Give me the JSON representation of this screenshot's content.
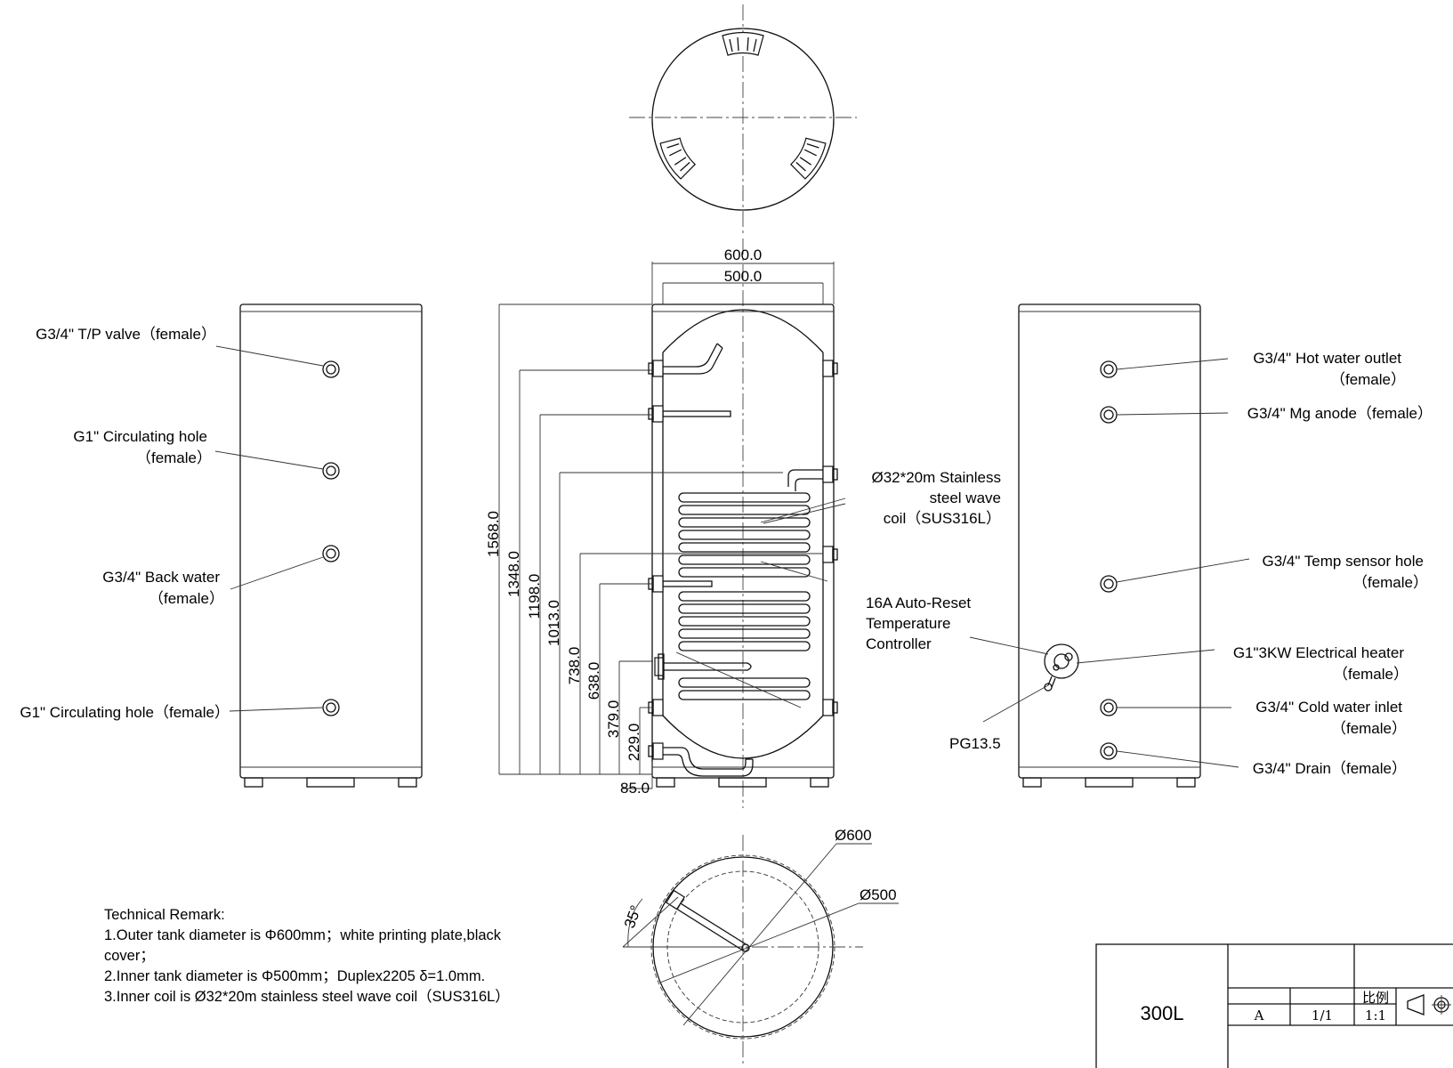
{
  "dimensions": {
    "width_outer": "600.0",
    "width_inner": "500.0",
    "heights": [
      "1568.0",
      "1348.0",
      "1198.0",
      "1013.0",
      "738.0",
      "638.0",
      "379.0",
      "229.0"
    ],
    "bottom": "85.0",
    "dia_outer": "Ø600",
    "dia_inner": "Ø500",
    "angle": "35°"
  },
  "left_labels": [
    {
      "line1": "G3/4\" T/P valve（female）",
      "line2": ""
    },
    {
      "line1": "G1\" Circulating hole",
      "line2": "（female）"
    },
    {
      "line1": "G3/4\" Back water",
      "line2": "（female）"
    },
    {
      "line1": "G1\" Circulating hole（female）",
      "line2": ""
    }
  ],
  "center_labels": {
    "coil": [
      "Ø32*20m Stainless",
      "steel wave",
      "coil（SUS316L）"
    ],
    "controller": [
      "16A Auto-Reset",
      "Temperature",
      "Controller"
    ],
    "pg": "PG13.5"
  },
  "right_labels": [
    {
      "line1": "G3/4\" Hot water outlet",
      "line2": "（female）"
    },
    {
      "line1": "G3/4\" Mg anode（female）",
      "line2": ""
    },
    {
      "line1": "G3/4\" Temp sensor hole",
      "line2": "（female）"
    },
    {
      "line1": "G1\"3KW Electrical heater",
      "line2": "（female）"
    },
    {
      "line1": "G3/4\" Cold water inlet",
      "line2": "（female）"
    },
    {
      "line1": "G3/4\" Drain（female）",
      "line2": ""
    }
  ],
  "remarks": {
    "title": "Technical Remark:",
    "lines": [
      "1.Outer tank diameter is Φ600mm；white printing plate,black",
      "cover；",
      "2.Inner tank diameter is Φ500mm；Duplex2205 δ=1.0mm.",
      "3.Inner coil is Ø32*20m stainless steel wave coil（SUS316L）"
    ]
  },
  "title_block": {
    "model": "300L",
    "scale_label": "比例",
    "scale_value": "1:1",
    "revision": "A",
    "sheet": "1/1"
  }
}
